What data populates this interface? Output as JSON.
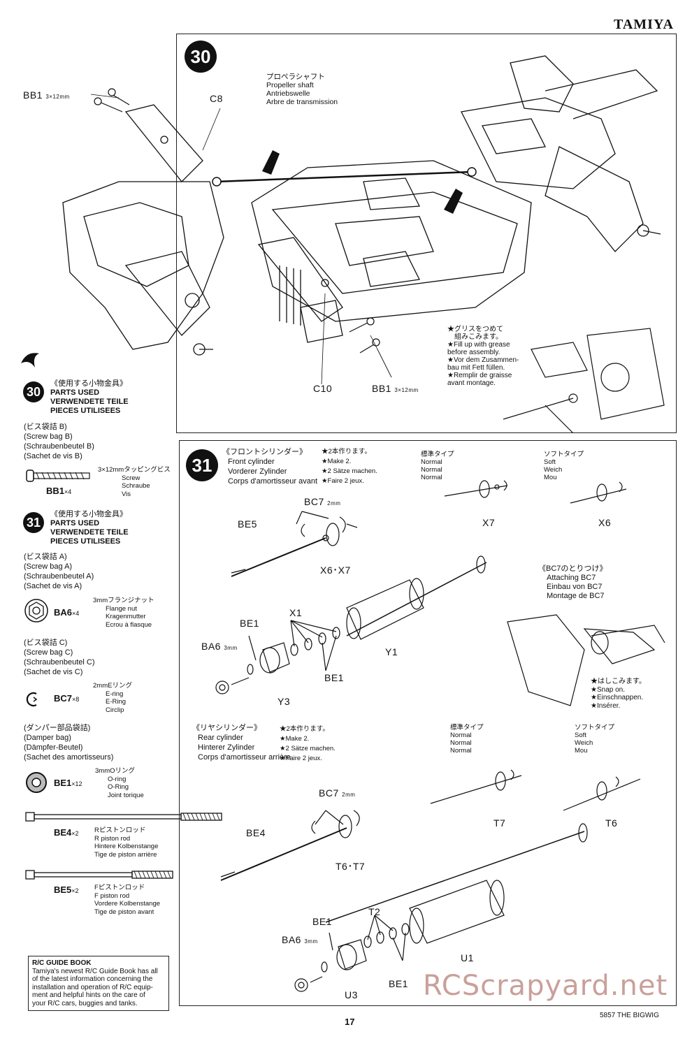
{
  "brand": "TAMIYA",
  "page_number": "17",
  "footer_model": "5857 THE BIGWIG",
  "watermark": "RCScrapyard.net",
  "step30": {
    "number": "30",
    "bb1_label": "BB1",
    "bb1_size": "3×12mm",
    "c8_label": "C8",
    "c10_label": "C10",
    "propeller_shaft": [
      "プロペラシャフト",
      "Propeller shaft",
      "Antriebswelle",
      "Arbre de transmission"
    ],
    "grease_note": [
      "★グリスをつめて",
      "組みこみます。",
      "★Fill up with grease",
      "before assembly.",
      "★Vor dem Zusammen-",
      "bau mit Fett füllen.",
      "★Remplir de graisse",
      "avant montage."
    ]
  },
  "step31": {
    "number": "31",
    "front_title": [
      "《フロントシリンダー》",
      "Front cylinder",
      "Vorderer Zylinder",
      "Corps d'amortisseur avant"
    ],
    "front_make": [
      "★2本作ります。",
      "★Make 2.",
      "★2 Sätze machen.",
      "★Faire 2 jeux."
    ],
    "normal_type": [
      "標準タイプ",
      "Normal",
      "Normal",
      "Normal"
    ],
    "soft_type": [
      "ソフトタイプ",
      "Soft",
      "Weich",
      "Mou"
    ],
    "x7": "X7",
    "x6": "X6",
    "bc7_2mm_front": "BC7",
    "size_2mm": "2mm",
    "be5": "BE5",
    "x6x7": "X6･X7",
    "bc7_attach": [
      "《BC7のとりつけ》",
      "Attaching BC7",
      "Einbau von BC7",
      "Montage de BC7"
    ],
    "be1_a": "BE1",
    "x1": "X1",
    "ba6_a": "BA6",
    "size_3mm": "3mm",
    "y1": "Y1",
    "be1_b": "BE1",
    "y3": "Y3",
    "snap_on": [
      "★はしこみます。",
      "★Snap on.",
      "★Einschnappen.",
      "★Insérer."
    ],
    "rear_title": [
      "《リヤシリンダー》",
      "Rear cylinder",
      "Hinterer Zylinder",
      "Corps d'amortisseur arrière"
    ],
    "rear_make": [
      "★2本作ります。",
      "★Make 2.",
      "★2 Sätze machen.",
      "★Faire 2 jeux."
    ],
    "t7": "T7",
    "t6": "T6",
    "bc7_rear": "BC7",
    "be4": "BE4",
    "t6t7": "T6･T7",
    "t2": "T2",
    "be1_c": "BE1",
    "ba6_b": "BA6",
    "u1": "U1",
    "be1_d": "BE1",
    "u3": "U3"
  },
  "parts30": {
    "title": [
      "《使用する小物金具》",
      "PARTS USED",
      "VERWENDETE TEILE",
      "PIECES UTILISEES"
    ],
    "bag": [
      "(ビス袋詰 B)",
      "(Screw bag B)",
      "(Schraubenbeutel B)",
      "(Sachet de vis B)"
    ],
    "screw": {
      "code": "BB1",
      "mult": "×4",
      "desc": [
        "3×12mmタッピングビス",
        "Screw",
        "Schraube",
        "Vis"
      ]
    }
  },
  "parts31": {
    "title": [
      "《使用する小物金具》",
      "PARTS USED",
      "VERWENDETE TEILE",
      "PIECES UTILISEES"
    ],
    "bag_a": [
      "(ビス袋詰 A)",
      "(Screw bag A)",
      "(Schraubenbeutel A)",
      "(Sachet de vis A)"
    ],
    "nut": {
      "code": "BA6",
      "mult": "×4",
      "desc": [
        "3mmフランジナット",
        "Flange nut",
        "Kragenmutter",
        "Ecrou à flasque"
      ]
    },
    "bag_c": [
      "(ビス袋詰 C)",
      "(Screw bag C)",
      "(Schraubenbeutel C)",
      "(Sachet de vis C)"
    ],
    "ering": {
      "code": "BC7",
      "mult": "×8",
      "desc": [
        "2mmEリング",
        "E-ring",
        "E-Ring",
        "Circlip"
      ]
    },
    "damper_bag": [
      "(ダンパー部品袋詰)",
      "(Damper bag)",
      "(Dämpfer-Beutel)",
      "(Sachet des amortisseurs)"
    ],
    "oring": {
      "code": "BE1",
      "mult": "×12",
      "desc": [
        "3mmOリング",
        "O-ring",
        "O-Ring",
        "Joint torique"
      ]
    },
    "rpiston": {
      "code": "BE4",
      "mult": "×2",
      "desc": [
        "Rピストンロッド",
        "R piston rod",
        "Hintere Kolbenstange",
        "Tige de piston arrière"
      ]
    },
    "fpiston": {
      "code": "BE5",
      "mult": "×2",
      "desc": [
        "Fピストンロッド",
        "F piston rod",
        "Vordere Kolbenstange",
        "Tige de piston avant"
      ]
    }
  },
  "guide": {
    "title": "R/C GUIDE BOOK",
    "lines": [
      "Tamiya's newest R/C Guide Book has all",
      "of the latest information concerning the",
      "installation and operation of R/C equip-",
      "ment and helpful hints on the care of",
      "your R/C cars, buggies and tanks."
    ]
  }
}
